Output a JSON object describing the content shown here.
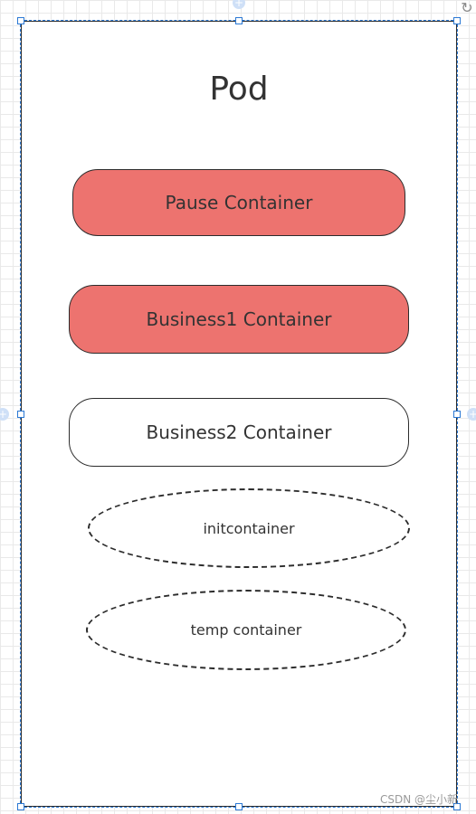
{
  "colors": {
    "pill_fill": "#ed736f",
    "stroke": "#2c2c2c",
    "selection": "#2a78d4"
  },
  "pod": {
    "title": "Pod"
  },
  "nodes": {
    "pause": {
      "label": "Pause Container",
      "filled": true
    },
    "business1": {
      "label": "Business1 Container",
      "filled": true
    },
    "business2": {
      "label": "Business2 Container",
      "filled": false
    },
    "init": {
      "label": "initcontainer",
      "style": "dashed-ellipse"
    },
    "temp": {
      "label": "temp container",
      "style": "dashed-ellipse"
    }
  },
  "watermark": {
    "text": "CSDN @尘小新"
  }
}
